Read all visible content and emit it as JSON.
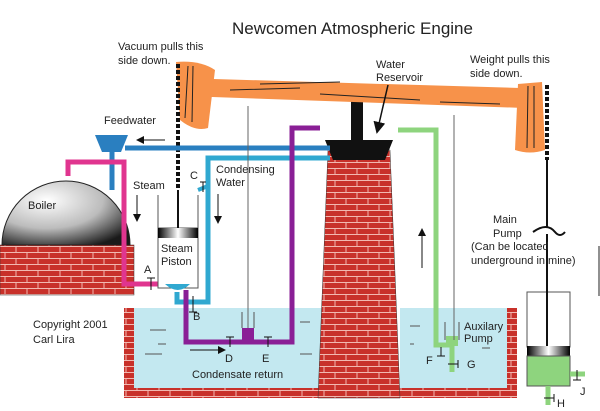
{
  "title": "Newcomen Atmospheric Engine",
  "labels": {
    "vacuum_line1": "Vacuum pulls this",
    "vacuum_line2": "side down.",
    "weight_line1": "Weight pulls this",
    "weight_line2": "side down.",
    "reservoir_line1": "Water",
    "reservoir_line2": "Reservoir",
    "feedwater": "Feedwater",
    "steam": "Steam",
    "condensing_line1": "Condensing",
    "condensing_line2": "Water",
    "boiler": "Boiler",
    "piston_line1": "Steam",
    "piston_line2": "Piston",
    "main_pump_line1": "Main",
    "main_pump_line2": "Pump",
    "main_pump_note1": "(Can be located",
    "main_pump_note2": "underground in mine)",
    "aux_pump_line1": "Auxilary",
    "aux_pump_line2": "Pump",
    "condensate_return": "Condensate return",
    "copyright_line1": "Copyright 2001",
    "copyright_line2": "Carl Lira"
  },
  "valves": [
    "A",
    "B",
    "C",
    "D",
    "E",
    "F",
    "G",
    "H",
    "J"
  ],
  "colors": {
    "beam": "#f7924a",
    "brick": "#c8312a",
    "water": "#c3e8f0",
    "steam_pipe": "#e0358f",
    "feed_pipe": "#2a7fc0",
    "condensing_pipe": "#30a8d0",
    "condensate_pipe": "#8a1f96",
    "aux_pipe": "#8ed47e"
  }
}
